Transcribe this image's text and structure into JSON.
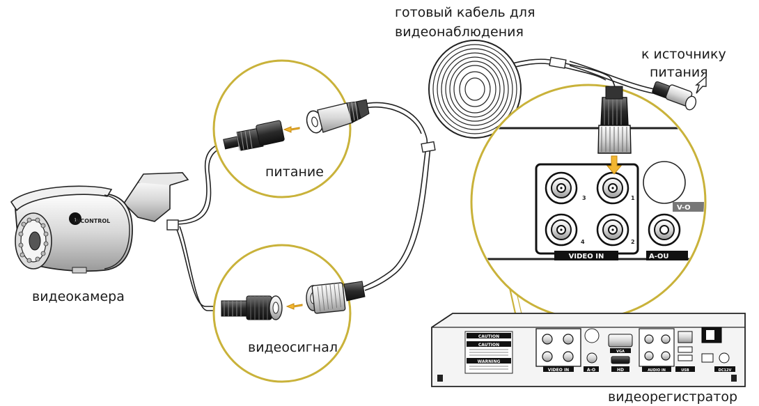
{
  "labels": {
    "cable_title_line1": "готовый кабель для",
    "cable_title_line2": "видеонаблюдения",
    "power_source_line1": "к источнику",
    "power_source_line2": "питания",
    "power": "питание",
    "video_signal": "видеосигнал",
    "camera": "видеокамера",
    "dvr": "видеорегистратор"
  },
  "panel": {
    "video_in": "VIDEO IN",
    "ch1": "1",
    "ch2": "2",
    "ch3": "3",
    "ch4": "4",
    "vout_partial": "V-O",
    "aout_partial": "A-OU"
  },
  "dvr_rear": {
    "caution1": "CAUTION",
    "caution2": "CAUTION",
    "warning": "WARNING",
    "video_in": "VIDEO IN",
    "vga": "VGA",
    "hd": "HD",
    "audio_in": "AUDIO IN",
    "a_out": "A-O",
    "dc": "DC12V",
    "usb": "USB"
  },
  "camera": {
    "brand": "INCONTROL"
  },
  "colors": {
    "circle_outline": "#c9b23a",
    "arrow": "#f2b632",
    "line": "#222222"
  }
}
